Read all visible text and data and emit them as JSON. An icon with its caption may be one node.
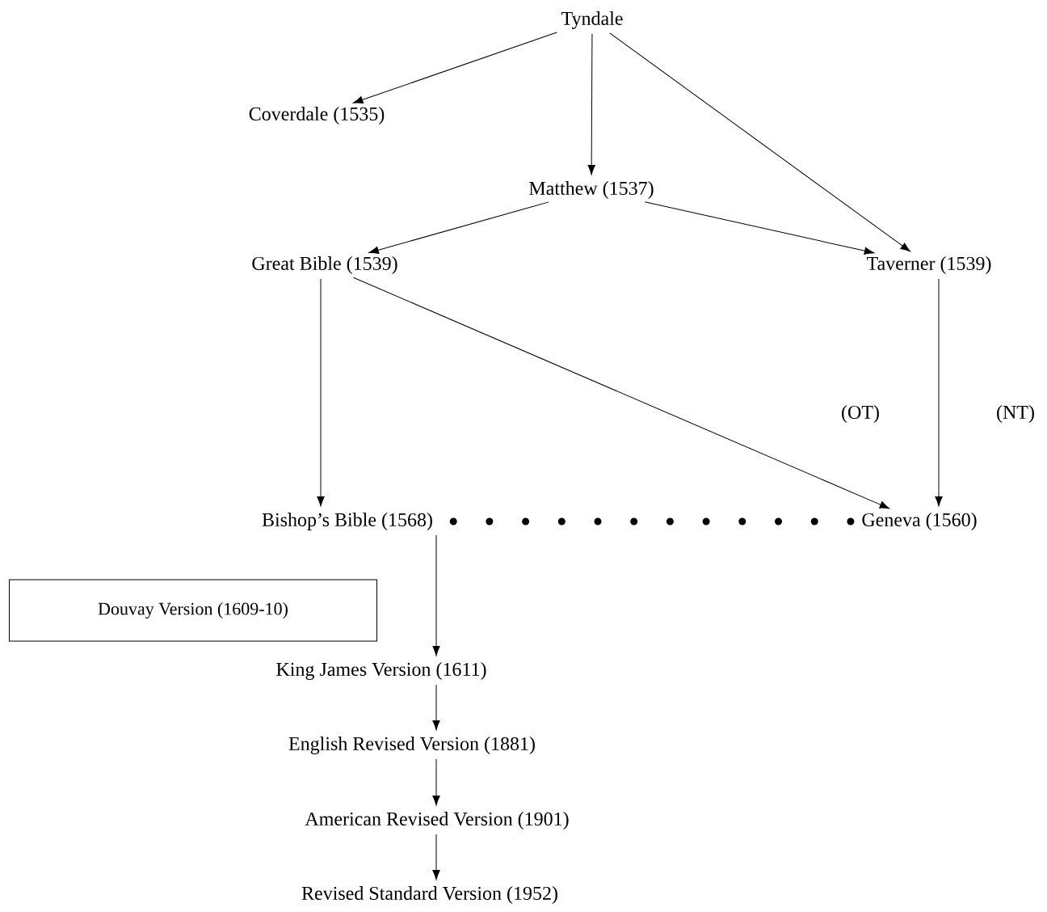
{
  "diagram": {
    "nodes": [
      {
        "text": [
          "Tyndale"
        ]
      },
      {
        "text": [
          "Coverdale (1535)"
        ]
      },
      {
        "text": [
          "Matthew (1537)"
        ]
      },
      {
        "text": [
          "Great Bible (1539)"
        ]
      },
      {
        "text": [
          "Taverner (1539)"
        ]
      },
      {
        "text": [
          "Bishop’s Bible (1568)"
        ]
      },
      {
        "text": [
          "Geneva (1560)"
        ]
      },
      {
        "text": [
          "Douvay Version (1609-10)"
        ]
      },
      {
        "text": [
          "King James Version (1611)"
        ]
      },
      {
        "text": [
          "English Revised Version (1881)"
        ]
      },
      {
        "text": [
          "American Revised Version (1901)"
        ]
      },
      {
        "text": [
          "Revised Standard Version (1952)"
        ]
      }
    ],
    "edges": [
      {
        "from": 0,
        "to": 1,
        "arrow": "to"
      },
      {
        "from": 0,
        "to": 2,
        "arrow": "to"
      },
      {
        "from": 0,
        "to": 4,
        "arrow": "to"
      },
      {
        "from": 2,
        "to": 3,
        "arrow": "to"
      },
      {
        "from": 2,
        "to": 4,
        "arrow": "to"
      },
      {
        "from": 3,
        "to": 5,
        "arrow": "to"
      },
      {
        "from": 3,
        "to": 6,
        "arrow": "to"
      },
      {
        "from": 4,
        "to": 6,
        "arrow": "to"
      },
      {
        "from": 5,
        "to": 6,
        "arrow": "none",
        "style": "dashed"
      },
      {
        "from": 5,
        "to": 8,
        "arrow": "to"
      },
      {
        "from": 8,
        "to": 9,
        "arrow": "to"
      },
      {
        "from": 9,
        "to": 10,
        "arrow": "to"
      },
      {
        "from": 10,
        "to": 11,
        "arrow": "to"
      }
    ],
    "labels": [
      "(OT)",
      "(NT)"
    ]
  }
}
